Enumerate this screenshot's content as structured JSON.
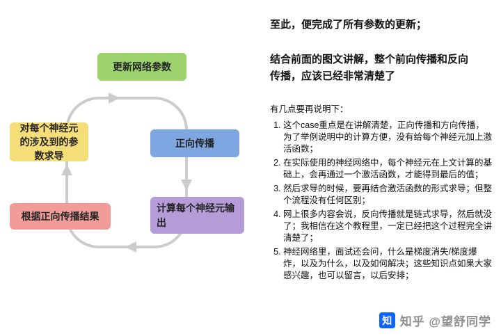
{
  "flowchart": {
    "arrow_color": "#cccccc",
    "nodes": {
      "update": {
        "label": "更新网络参数",
        "color": "#9bd26e"
      },
      "derive": {
        "label": "对每个神经元的涉及到的参数求导",
        "color": "#f5de78"
      },
      "forward": {
        "label": "正向传播",
        "color": "#7ea6e0"
      },
      "based": {
        "label": "根据正向传播结果",
        "color": "#f19c99"
      },
      "compute": {
        "label": "计算每个神经元输出",
        "color": "#b59cd9"
      }
    }
  },
  "article": {
    "headline1": "至此，便完成了所有参数的更新；",
    "headline2": "结合前面的图文讲解，整个前向传播和反向传播，应该已经非常清楚了",
    "notes_intro": "有几点要再说明下：",
    "notes": [
      "这个case重点是在讲解清楚，正向传播和方向传播，为了举例说明中的计算方便，没有给每个神经元加上激活函数；",
      "在实际使用的神经网络中，每个神经元在上文计算的基础上，会再通过一个激活函数，才能得到最后的值；",
      "然后求导的时候，要再结合激活函数的形式求导；但整个流程没有任何区别；",
      "网上很多内容会说，反向传播就是链式求导，然后就没了；我相信在这个教程里，一定已经把这个过程完全讲清楚了；",
      "神经网络里，面试还会问，什么是梯度消失/梯度爆炸，以及为什么，以及如何解决；这些知识点如果大家感兴趣，也可以留言，以后安排；"
    ]
  },
  "watermark": {
    "logo_text": "知",
    "brand_color": "#0b66fe",
    "label": "知乎 @望舒同学"
  }
}
